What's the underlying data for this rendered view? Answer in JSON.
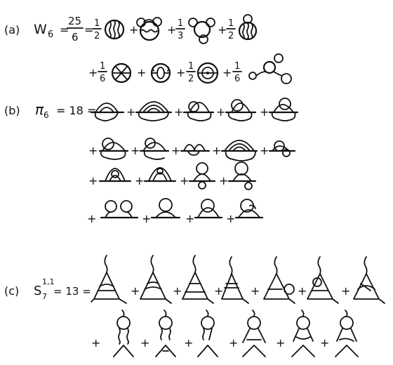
{
  "panel_a": {
    "label": "(a)",
    "lhs": "W",
    "lhs_sub": "6",
    "eq1": "=",
    "frac_top": "25",
    "frac_bottom": "6",
    "eq2": "=",
    "row1": [
      {
        "coef_num": "1",
        "coef_den": "2",
        "plus": ""
      },
      {
        "coef_num": "",
        "coef_den": "",
        "plus": "+"
      },
      {
        "coef_num": "1",
        "coef_den": "3",
        "plus": "+"
      },
      {
        "coef_num": "1",
        "coef_den": "2",
        "plus": "+"
      }
    ],
    "row2": [
      {
        "coef_num": "1",
        "coef_den": "6",
        "plus": "+"
      },
      {
        "coef_num": "",
        "coef_den": "",
        "plus": "+"
      },
      {
        "coef_num": "1",
        "coef_den": "2",
        "plus": "+"
      },
      {
        "coef_num": "1",
        "coef_den": "6",
        "plus": "+"
      }
    ]
  },
  "panel_b": {
    "label": "(b)",
    "lhs": "π",
    "lhs_sub": "6",
    "eq": "= 18 ="
  },
  "panel_c": {
    "label": "(c)",
    "lhs": "S",
    "lhs_sup": "1,1",
    "lhs_sub": "7",
    "eq": "= 13 ="
  },
  "plus_sign": "+"
}
